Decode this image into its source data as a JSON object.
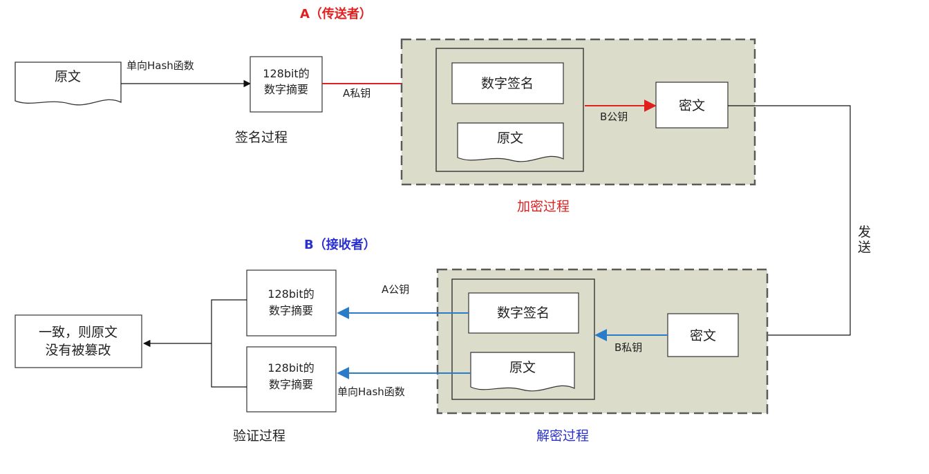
{
  "sender_title": "A（传送者）",
  "receiver_title": "B（接收者）",
  "doc_original": "原文",
  "hash_label": "单向Hash函数",
  "digest_line1": "128bit的",
  "digest_line2": "数字摘要",
  "a_private_key": "A私钥",
  "a_public_key": "A公钥",
  "b_public_key": "B公钥",
  "b_private_key": "B私钥",
  "digital_signature": "数字签名",
  "ciphertext": "密文",
  "send_label_1": "发",
  "send_label_2": "送",
  "sign_process": "签名过程",
  "encrypt_process": "加密过程",
  "decrypt_process": "解密过程",
  "verify_process": "验证过程",
  "result_line1": "一致，则原文",
  "result_line2": "没有被篡改",
  "colors": {
    "sender_title": "#e0201f",
    "receiver_title": "#2a2fd0",
    "red_arrow": "#e0201f",
    "blue_arrow": "#2a7bc8",
    "panel_fill": "#dcdccb",
    "panel_border": "#5a5a5a",
    "encrypt_label": "#e0201f",
    "decrypt_label": "#2a2fd0"
  }
}
